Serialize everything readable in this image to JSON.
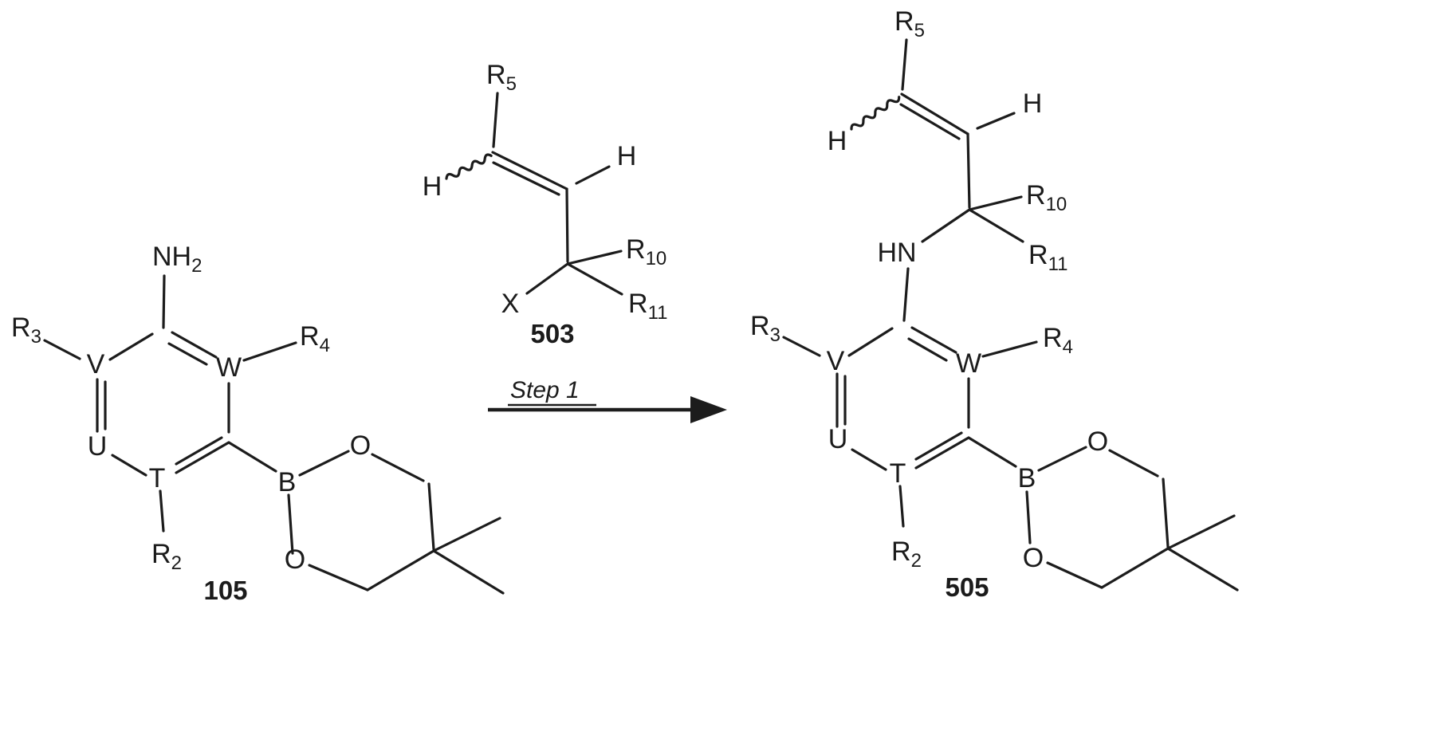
{
  "colors": {
    "ink": "#1c1c1c",
    "background": "#ffffff"
  },
  "reaction": {
    "step_label": "Step 1"
  },
  "reactant_105": {
    "id_label": "105",
    "amine": {
      "base": "NH",
      "sub": "2"
    },
    "substituents": {
      "r3": {
        "base": "R",
        "sub": "3"
      },
      "r4": {
        "base": "R",
        "sub": "4"
      },
      "r2": {
        "base": "R",
        "sub": "2"
      }
    },
    "ring_atoms": {
      "v": "V",
      "w": "W",
      "u": "U",
      "t": "T"
    },
    "boronate": {
      "b": "B",
      "o_top": "O",
      "o_bottom": "O"
    }
  },
  "reagent_503": {
    "id_label": "503",
    "substituents": {
      "r5": {
        "base": "R",
        "sub": "5"
      },
      "r10": {
        "base": "R",
        "sub": "10"
      },
      "r11": {
        "base": "R",
        "sub": "11"
      }
    },
    "atoms": {
      "h_vinyl_left": "H",
      "h_vinyl_right": "H",
      "x": "X"
    }
  },
  "product_505": {
    "id_label": "505",
    "amine": "HN",
    "substituents": {
      "r5": {
        "base": "R",
        "sub": "5"
      },
      "r10": {
        "base": "R",
        "sub": "10"
      },
      "r11": {
        "base": "R",
        "sub": "11"
      },
      "r3": {
        "base": "R",
        "sub": "3"
      },
      "r4": {
        "base": "R",
        "sub": "4"
      },
      "r2": {
        "base": "R",
        "sub": "2"
      }
    },
    "atoms": {
      "h_vinyl_left": "H",
      "h_vinyl_right": "H"
    },
    "ring_atoms": {
      "v": "V",
      "w": "W",
      "u": "U",
      "t": "T"
    },
    "boronate": {
      "b": "B",
      "o_top": "O",
      "o_bottom": "O"
    }
  }
}
